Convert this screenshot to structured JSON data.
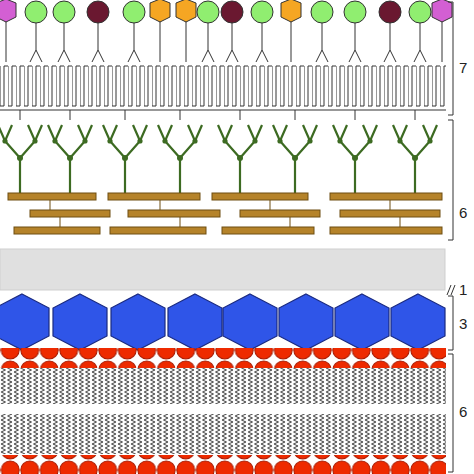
{
  "diagram": {
    "labels": [
      "7",
      "6",
      "1",
      "3",
      "6"
    ]
  }
}
